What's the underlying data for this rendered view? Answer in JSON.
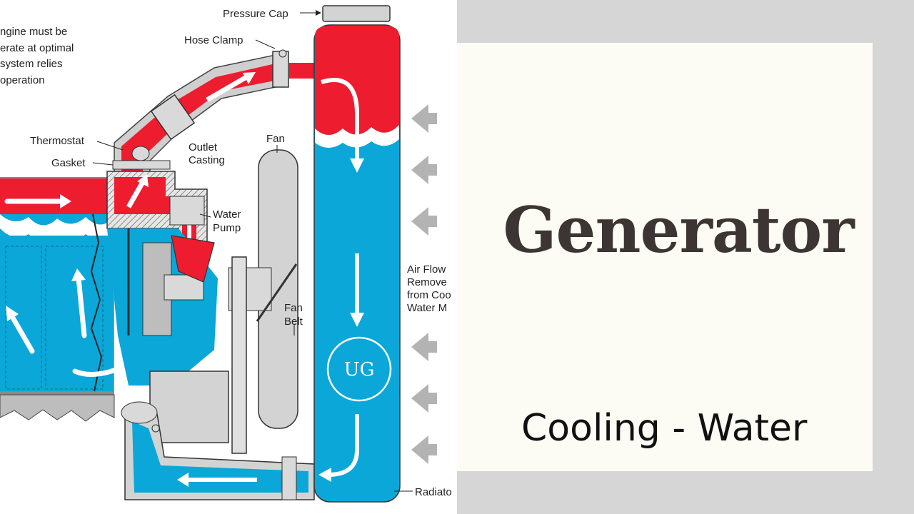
{
  "diagram": {
    "intro_lines": [
      "ngine must be",
      "erate at optimal",
      "system relies",
      "operation"
    ],
    "labels": {
      "pressure_cap": "Pressure Cap",
      "hose_clamp": "Hose Clamp",
      "thermostat": "Thermostat",
      "gasket": "Gasket",
      "outlet_casting_1": "Outlet",
      "outlet_casting_2": "Casting",
      "fan": "Fan",
      "water_pump_1": "Water",
      "water_pump_2": "Pump",
      "fan_belt_1": "Fan",
      "fan_belt_2": "Belt",
      "radiator": "Radiato",
      "airflow": [
        "Air Flow",
        "Remove",
        "from Coo",
        "Water M"
      ]
    },
    "watermark": "UG",
    "colors": {
      "hot_coolant": "#ee1c2f",
      "cool_coolant": "#0aa7d8",
      "metal": "#d9d9d9",
      "arrow_gray": "#b3b3b3"
    }
  },
  "card": {
    "title": "Generator",
    "subtitle": "Cooling - Water"
  },
  "colors": {
    "panel_bg": "#d6d6d6",
    "card_bg": "#fcfcf5",
    "title_color": "#3d3533"
  }
}
